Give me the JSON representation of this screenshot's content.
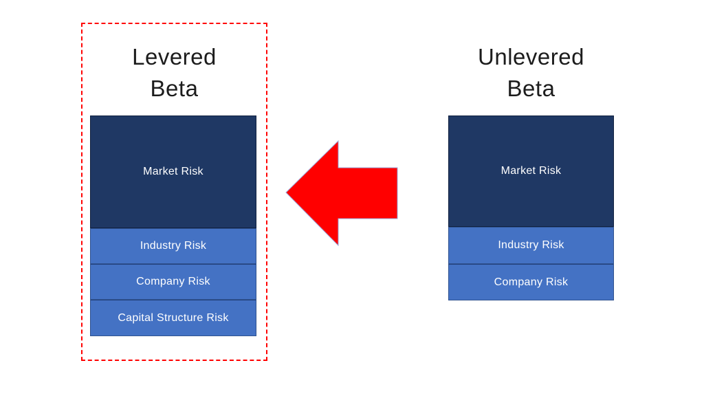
{
  "slide": {
    "background": "#ffffff"
  },
  "left_panel": {
    "title": "Levered\nBeta",
    "highlighted": true,
    "highlight_border_color": "#ff0000",
    "segments": [
      {
        "label": "Market Risk",
        "color": "#1f3864"
      },
      {
        "label": "Industry Risk",
        "color": "#4472c4"
      },
      {
        "label": "Company Risk",
        "color": "#4472c4"
      },
      {
        "label": "Capital Structure Risk",
        "color": "#4472c4"
      }
    ]
  },
  "right_panel": {
    "title": "Unlevered\nBeta",
    "highlighted": false,
    "segments": [
      {
        "label": "Market Risk",
        "color": "#1f3864"
      },
      {
        "label": "Industry Risk",
        "color": "#4472c4"
      },
      {
        "label": "Company Risk",
        "color": "#4472c4"
      }
    ]
  },
  "arrow": {
    "direction": "left",
    "meaning": "unlevered-to-levered",
    "fill": "#ff0000",
    "outline": "#9aa6d8"
  },
  "colors": {
    "market_risk_fill": "#1f3864",
    "other_risk_fill": "#4472c4",
    "segment_text": "#ffffff",
    "title_text": "#1c1c1c",
    "highlight_dashed": "#ff0000",
    "arrow_red": "#ff0000"
  }
}
